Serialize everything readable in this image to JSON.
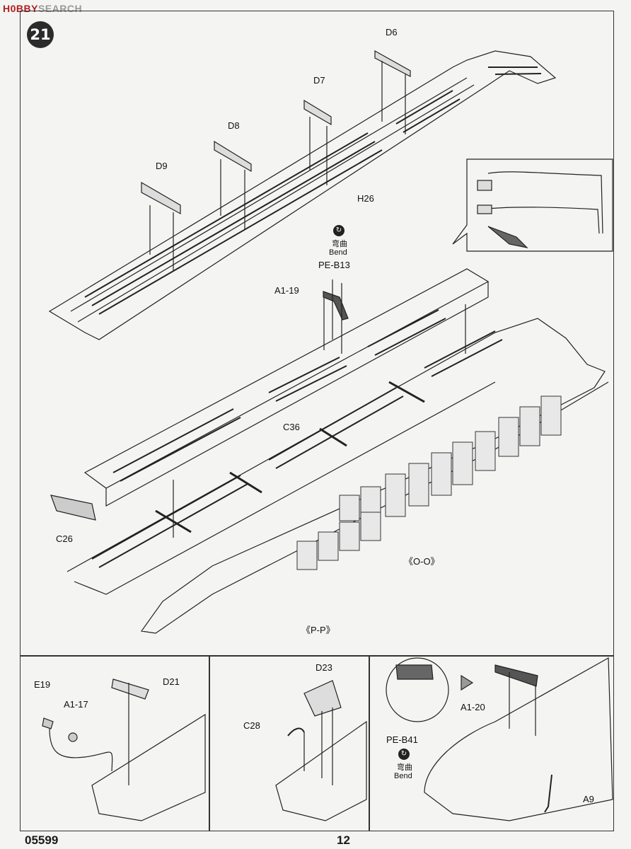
{
  "watermark": {
    "logo": "H0BBY",
    "text": "SEARCH"
  },
  "step": {
    "number": "21"
  },
  "parts": {
    "d6": "D6",
    "d7": "D7",
    "d8": "D8",
    "d9": "D9",
    "h26": "H26",
    "a1_19": "A1-19",
    "pe_b13": "PE-B13",
    "bend_cn": "弯曲",
    "bend_en": "Bend",
    "c36": "C36",
    "c26": "C26",
    "oo": "《O-O》",
    "pp": "《P-P》"
  },
  "panel1": {
    "e19": "E19",
    "a1_17": "A1-17",
    "d21": "D21"
  },
  "panel2": {
    "d23": "D23",
    "c28": "C28"
  },
  "panel3": {
    "a1_20": "A1-20",
    "pe_b41": "PE-B41",
    "bend_cn": "弯曲",
    "bend_en": "Bend",
    "a9": "A9"
  },
  "footer": {
    "code": "05599",
    "page": "12"
  }
}
